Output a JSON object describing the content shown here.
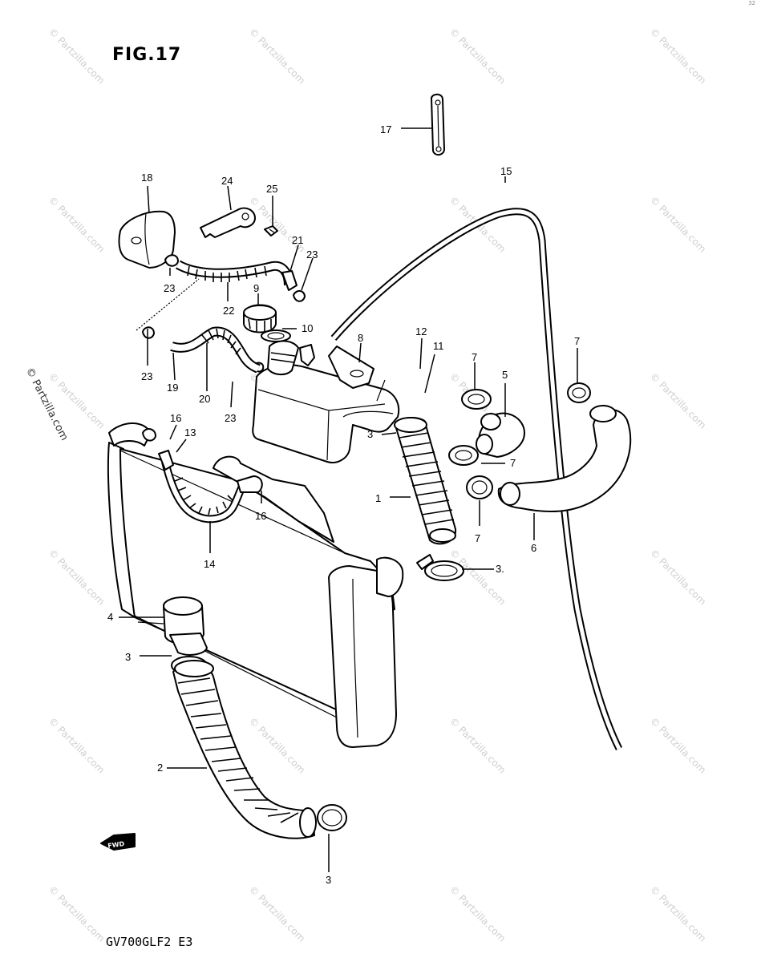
{
  "figure": {
    "title": "FIG.17",
    "drawing_code": "GV700GLF2 E3",
    "corner_mark": "32",
    "watermark_text": "© Partzilla.com",
    "side_watermark": "© Partzilla.com",
    "front_arrow_text": "FWD"
  },
  "callouts": [
    {
      "id": "c1",
      "text": "1"
    },
    {
      "id": "c2",
      "text": "2"
    },
    {
      "id": "c3a",
      "text": "3"
    },
    {
      "id": "c3b",
      "text": "3."
    },
    {
      "id": "c3c",
      "text": "3"
    },
    {
      "id": "c3d",
      "text": "3"
    },
    {
      "id": "c4",
      "text": "4"
    },
    {
      "id": "c5",
      "text": "5"
    },
    {
      "id": "c6",
      "text": "6"
    },
    {
      "id": "c7a",
      "text": "7"
    },
    {
      "id": "c7b",
      "text": "7"
    },
    {
      "id": "c7c",
      "text": "7"
    },
    {
      "id": "c7d",
      "text": "7"
    },
    {
      "id": "c8",
      "text": "8"
    },
    {
      "id": "c9",
      "text": "9"
    },
    {
      "id": "c10",
      "text": "10"
    },
    {
      "id": "c11",
      "text": "11"
    },
    {
      "id": "c12",
      "text": "12"
    },
    {
      "id": "c13",
      "text": "13"
    },
    {
      "id": "c14",
      "text": "14"
    },
    {
      "id": "c15",
      "text": "15"
    },
    {
      "id": "c16a",
      "text": "16"
    },
    {
      "id": "c16b",
      "text": "16"
    },
    {
      "id": "c17",
      "text": "17"
    },
    {
      "id": "c18",
      "text": "18"
    },
    {
      "id": "c19",
      "text": "19"
    },
    {
      "id": "c20",
      "text": "20"
    },
    {
      "id": "c21",
      "text": "21"
    },
    {
      "id": "c22",
      "text": "22"
    },
    {
      "id": "c23a",
      "text": "23"
    },
    {
      "id": "c23b",
      "text": "23"
    },
    {
      "id": "c23c",
      "text": "23"
    },
    {
      "id": "c23d",
      "text": "23"
    },
    {
      "id": "c24",
      "text": "24"
    },
    {
      "id": "c25",
      "text": "25"
    }
  ]
}
